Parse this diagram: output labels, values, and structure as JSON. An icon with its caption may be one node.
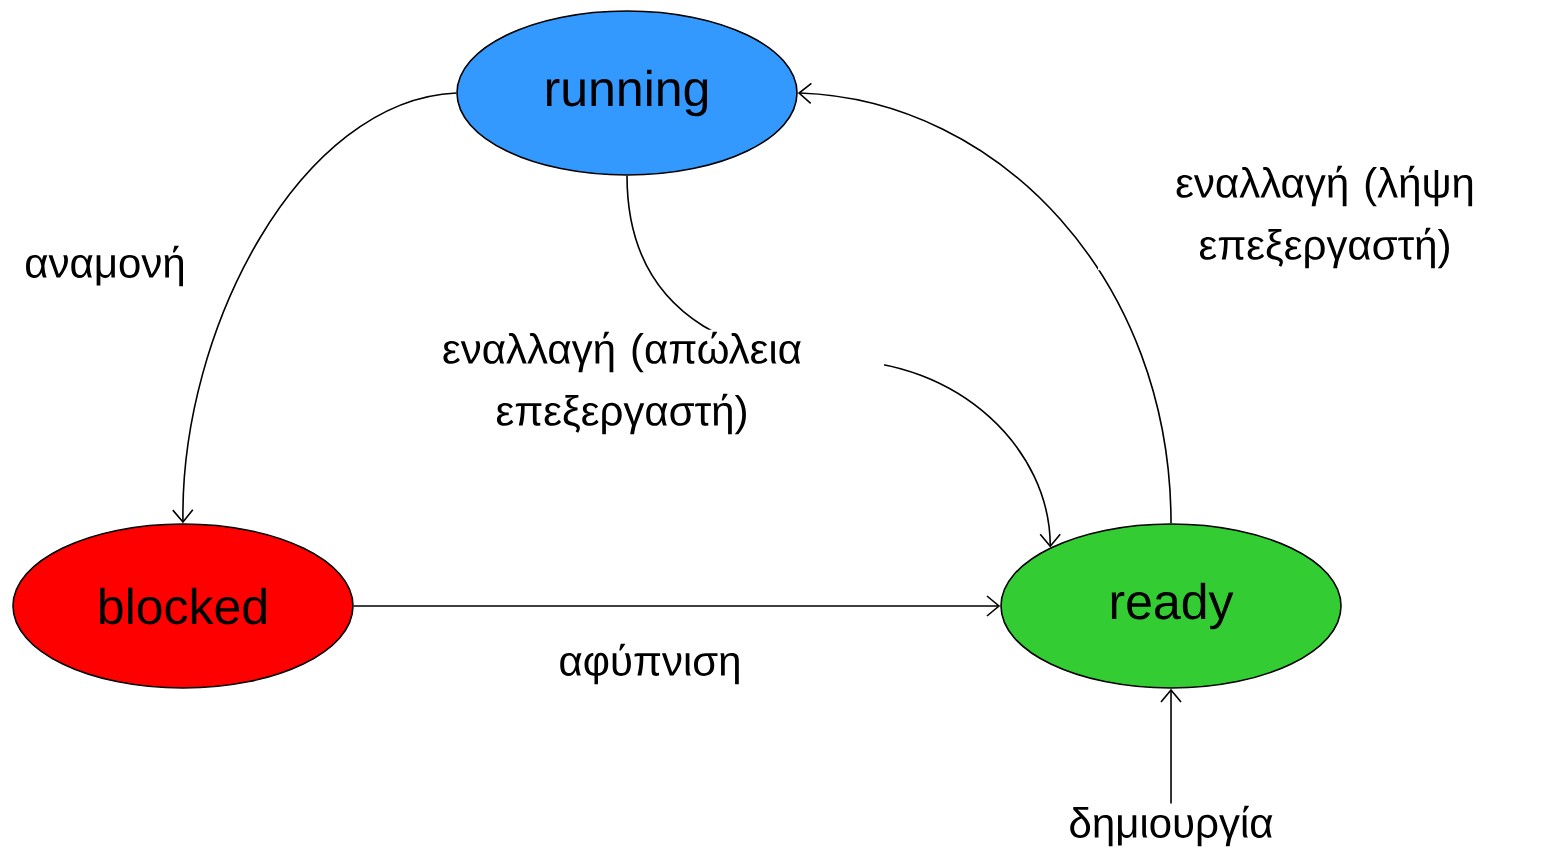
{
  "diagram": {
    "nodes": [
      {
        "text": [
          "running"
        ]
      },
      {
        "text": [
          "blocked"
        ]
      },
      {
        "text": [
          "ready"
        ]
      },
      {
        "text": [
          "δημιουργία"
        ]
      }
    ],
    "edges": [
      {
        "from": 0,
        "to": 1,
        "arrow": "to",
        "label": "αναμονή"
      },
      {
        "from": 0,
        "to": 2,
        "arrow": "to",
        "label": "εναλλαγή (απώλεια επεξεργαστή)"
      },
      {
        "from": 2,
        "to": 0,
        "arrow": "to",
        "label": "εναλλαγή (λήψη επεξεργαστή)"
      },
      {
        "from": 1,
        "to": 2,
        "arrow": "to",
        "label": "αφύπνιση"
      },
      {
        "from": 3,
        "to": 2,
        "arrow": "to"
      }
    ]
  }
}
